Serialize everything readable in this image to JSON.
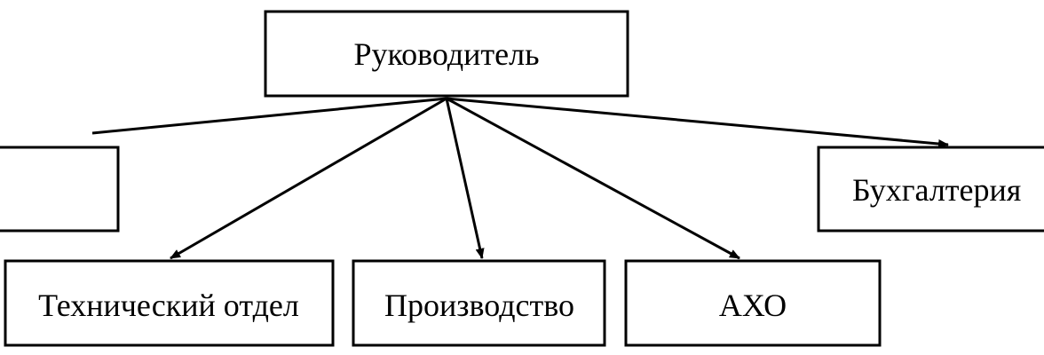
{
  "diagram": {
    "nodes": {
      "head": {
        "label": "Руководитель"
      },
      "accounting": {
        "label": "Бухгалтерия"
      },
      "tech": {
        "label": "Технический отдел"
      },
      "production": {
        "label": "Производство"
      },
      "aho": {
        "label": "АХО"
      },
      "left_partial": {
        "label": ""
      }
    },
    "edges": [
      {
        "from": "head",
        "to": "left_partial",
        "arrow": false
      },
      {
        "from": "head",
        "to": "accounting",
        "arrow": true
      },
      {
        "from": "head",
        "to": "tech",
        "arrow": true
      },
      {
        "from": "head",
        "to": "production",
        "arrow": true
      },
      {
        "from": "head",
        "to": "aho",
        "arrow": true
      }
    ],
    "colors": {
      "stroke": "#000000",
      "background": "#ffffff"
    }
  }
}
